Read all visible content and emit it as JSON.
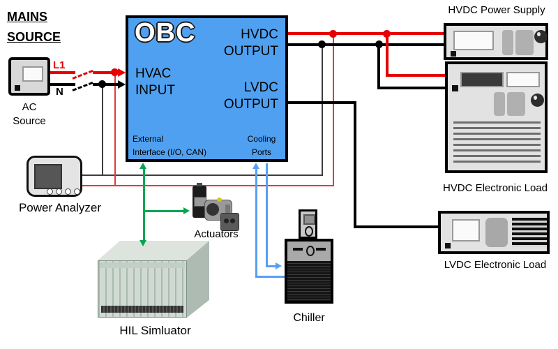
{
  "diagram_title": {
    "line1": "MAINS",
    "line2": "SOURCE"
  },
  "ac_source": {
    "label_line1": "AC",
    "label_line2": "Source",
    "phase_label": "L1",
    "neutral_label": "N"
  },
  "obc": {
    "title": "OBC",
    "hvac_input": [
      "HVAC",
      "INPUT"
    ],
    "hvdc_output": [
      "HVDC",
      "OUTPUT"
    ],
    "lvdc_output": [
      "LVDC",
      "OUTPUT"
    ],
    "external_interface": [
      "External",
      "Interface (I/O, CAN)"
    ],
    "cooling_ports": [
      "Cooling",
      "Ports"
    ]
  },
  "devices": {
    "power_analyzer": "Power Analyzer",
    "hvdc_power_supply": "HVDC Power Supply",
    "hvdc_electronic_load": "HVDC Electronic Load",
    "lvdc_electronic_load": "LVDC Electronic Load",
    "actuators": "Actuators",
    "hil_simulator": "HIL Simluator",
    "chiller": "Chiller"
  },
  "colors": {
    "obc_fill": "#4FA0F0",
    "power_line_red": "#E60000",
    "power_line_black": "#000000",
    "sense_red": "#E23B3B",
    "sense_gray": "#3D3D3D",
    "can_green": "#00A651",
    "coolant_blue": "#55A0F5"
  }
}
